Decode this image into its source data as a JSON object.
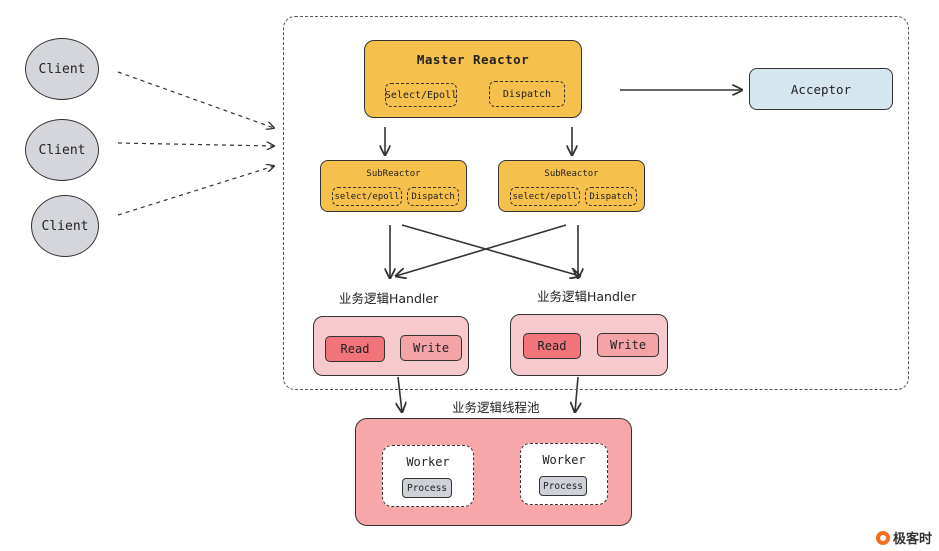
{
  "clients": [
    "Client",
    "Client",
    "Client"
  ],
  "master": {
    "title": "Master Reactor",
    "chip_left": "Select/Epoll",
    "chip_right": "Dispatch"
  },
  "acceptor": "Acceptor",
  "subreactors": [
    {
      "title": "SubReactor",
      "chip_left": "select/epoll",
      "chip_right": "Dispatch"
    },
    {
      "title": "SubReactor",
      "chip_left": "select/epoll",
      "chip_right": "Dispatch"
    }
  ],
  "handlers": [
    {
      "label": "业务逻辑Handler",
      "read": "Read",
      "write": "Write"
    },
    {
      "label": "业务逻辑Handler",
      "read": "Read",
      "write": "Write"
    }
  ],
  "pool": {
    "label": "业务逻辑线程池",
    "workers": [
      {
        "title": "Worker",
        "task": "Process"
      },
      {
        "title": "Worker",
        "task": "Process"
      }
    ]
  },
  "logo": "极客时"
}
